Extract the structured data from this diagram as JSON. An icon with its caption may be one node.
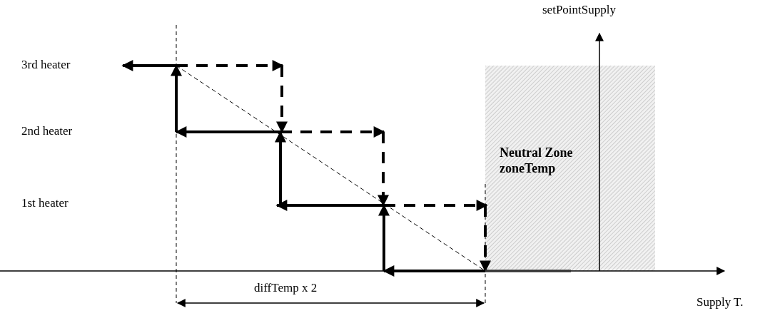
{
  "diagram": {
    "nodes": [
      {
        "text": [
          "Neutral Zone zoneTemp"
        ]
      }
    ],
    "labels": [
      "setPointSupply",
      "3rd heater",
      "2nd heater",
      "1st heater",
      "diffTemp x 2",
      "Supply T."
    ]
  }
}
